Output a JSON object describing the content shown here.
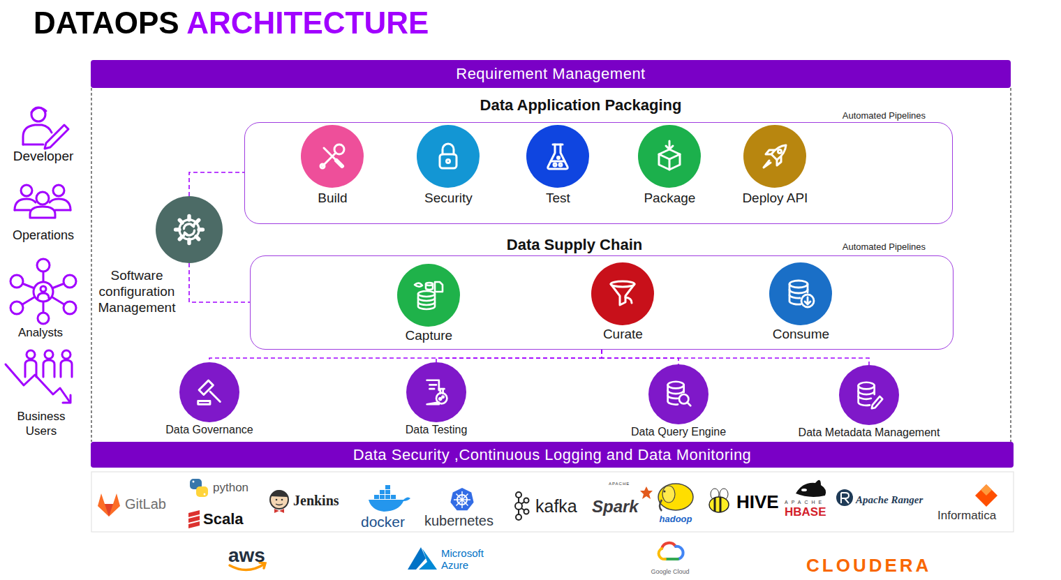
{
  "diagram": {
    "title": "DATAOPS ARCHITECTURE",
    "nodes": [
      {
        "text": [
          "Requirement Management"
        ]
      },
      {
        "text": [
          "Data Application Packaging",
          "Automated Pipelines"
        ]
      },
      {
        "text": [
          "Build"
        ],
        "in": 1
      },
      {
        "text": [
          "Security"
        ],
        "in": 1
      },
      {
        "text": [
          "Test"
        ],
        "in": 1
      },
      {
        "text": [
          "Package"
        ],
        "in": 1
      },
      {
        "text": [
          "Deploy API"
        ],
        "in": 1
      },
      {
        "text": [
          "Software configuration Management"
        ]
      },
      {
        "text": [
          "Data Supply Chain",
          "Automated Pipelines"
        ]
      },
      {
        "text": [
          "Capture"
        ],
        "in": 8
      },
      {
        "text": [
          "Curate"
        ],
        "in": 8
      },
      {
        "text": [
          "Consume"
        ],
        "in": 8
      },
      {
        "text": [
          "Data Governance"
        ]
      },
      {
        "text": [
          "Data Testing"
        ]
      },
      {
        "text": [
          "Data Query Engine"
        ]
      },
      {
        "text": [
          "Data Metadata Management"
        ]
      },
      {
        "text": [
          "Data Security ,Continuous Logging and Data Monitoring"
        ]
      }
    ],
    "edges": [
      {
        "from": 7,
        "to": 1,
        "arrow": "none"
      },
      {
        "from": 7,
        "to": 8,
        "arrow": "none"
      },
      {
        "from": 8,
        "to": 12,
        "arrow": "none"
      },
      {
        "from": 8,
        "to": 13,
        "arrow": "none"
      },
      {
        "from": 8,
        "to": 14,
        "arrow": "none"
      },
      {
        "from": 8,
        "to": 15,
        "arrow": "none"
      }
    ],
    "labels": [
      "Developer",
      "Operations",
      "Analysts",
      "Business Users",
      "GitLab",
      "python",
      "Scala",
      "Jenkins",
      "docker",
      "kubernetes",
      "kafka",
      "APACHE",
      "Spark",
      "hadoop",
      "HIVE",
      "APACHE",
      "HBASE",
      "Apache Ranger",
      "Informatica",
      "aws",
      "Microsoft Azure",
      "Google Cloud",
      "CLOUDERA"
    ]
  }
}
